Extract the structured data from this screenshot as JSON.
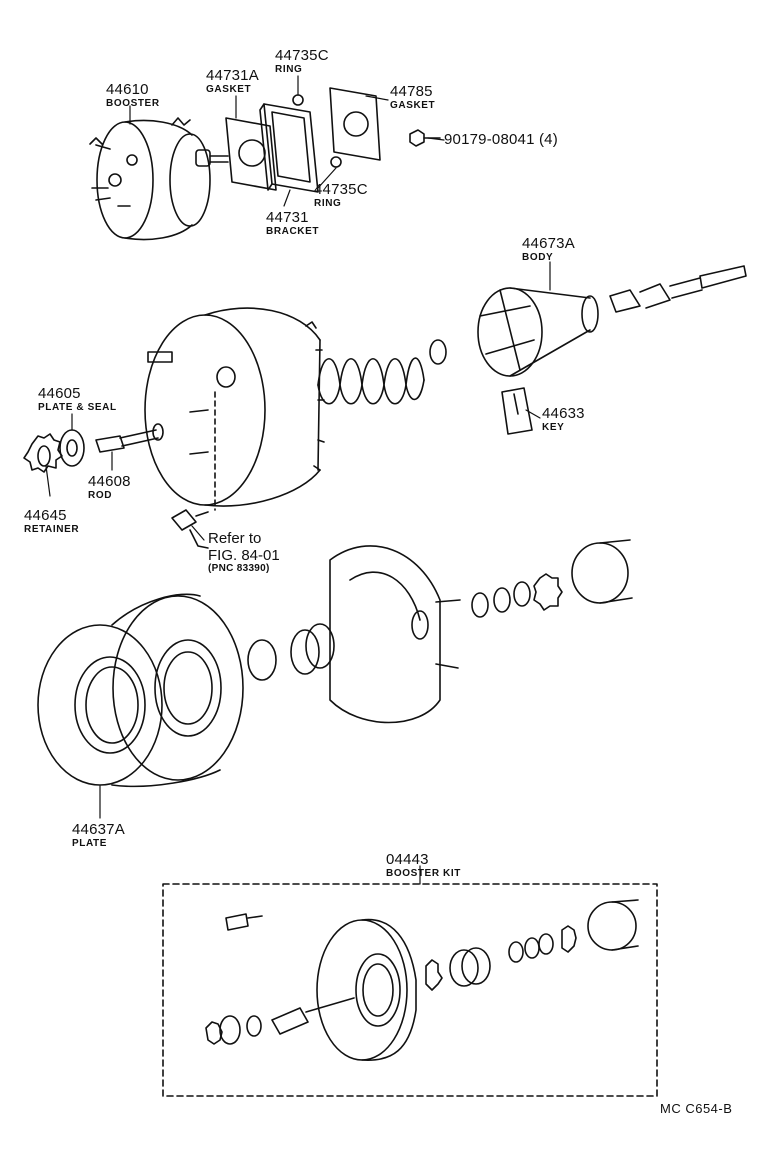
{
  "labels": {
    "p44610": {
      "num": "44610",
      "name": "BOOSTER"
    },
    "p44731A": {
      "num": "44731A",
      "name": "GASKET"
    },
    "p44735C_top": {
      "num": "44735C",
      "name": "RING"
    },
    "p44785": {
      "num": "44785",
      "name": "GASKET"
    },
    "p90179": {
      "num": "90179-08041 (4)"
    },
    "p44735C_mid": {
      "num": "44735C",
      "name": "RING"
    },
    "p44731": {
      "num": "44731",
      "name": "BRACKET"
    },
    "p44673A": {
      "num": "44673A",
      "name": "BODY"
    },
    "p44605": {
      "num": "44605",
      "name": "PLATE & SEAL"
    },
    "p44633": {
      "num": "44633",
      "name": "KEY"
    },
    "p44608": {
      "num": "44608",
      "name": "ROD"
    },
    "p44645": {
      "num": "44645",
      "name": "RETAINER"
    },
    "ref": {
      "line1": "Refer to",
      "line2": "FIG. 84-01",
      "line3": "(PNC 83390)"
    },
    "p44637A": {
      "num": "44637A",
      "name": "PLATE"
    },
    "p04443": {
      "num": "04443",
      "name": "BOOSTER KIT"
    }
  },
  "figure_code": "MC  C654-B"
}
